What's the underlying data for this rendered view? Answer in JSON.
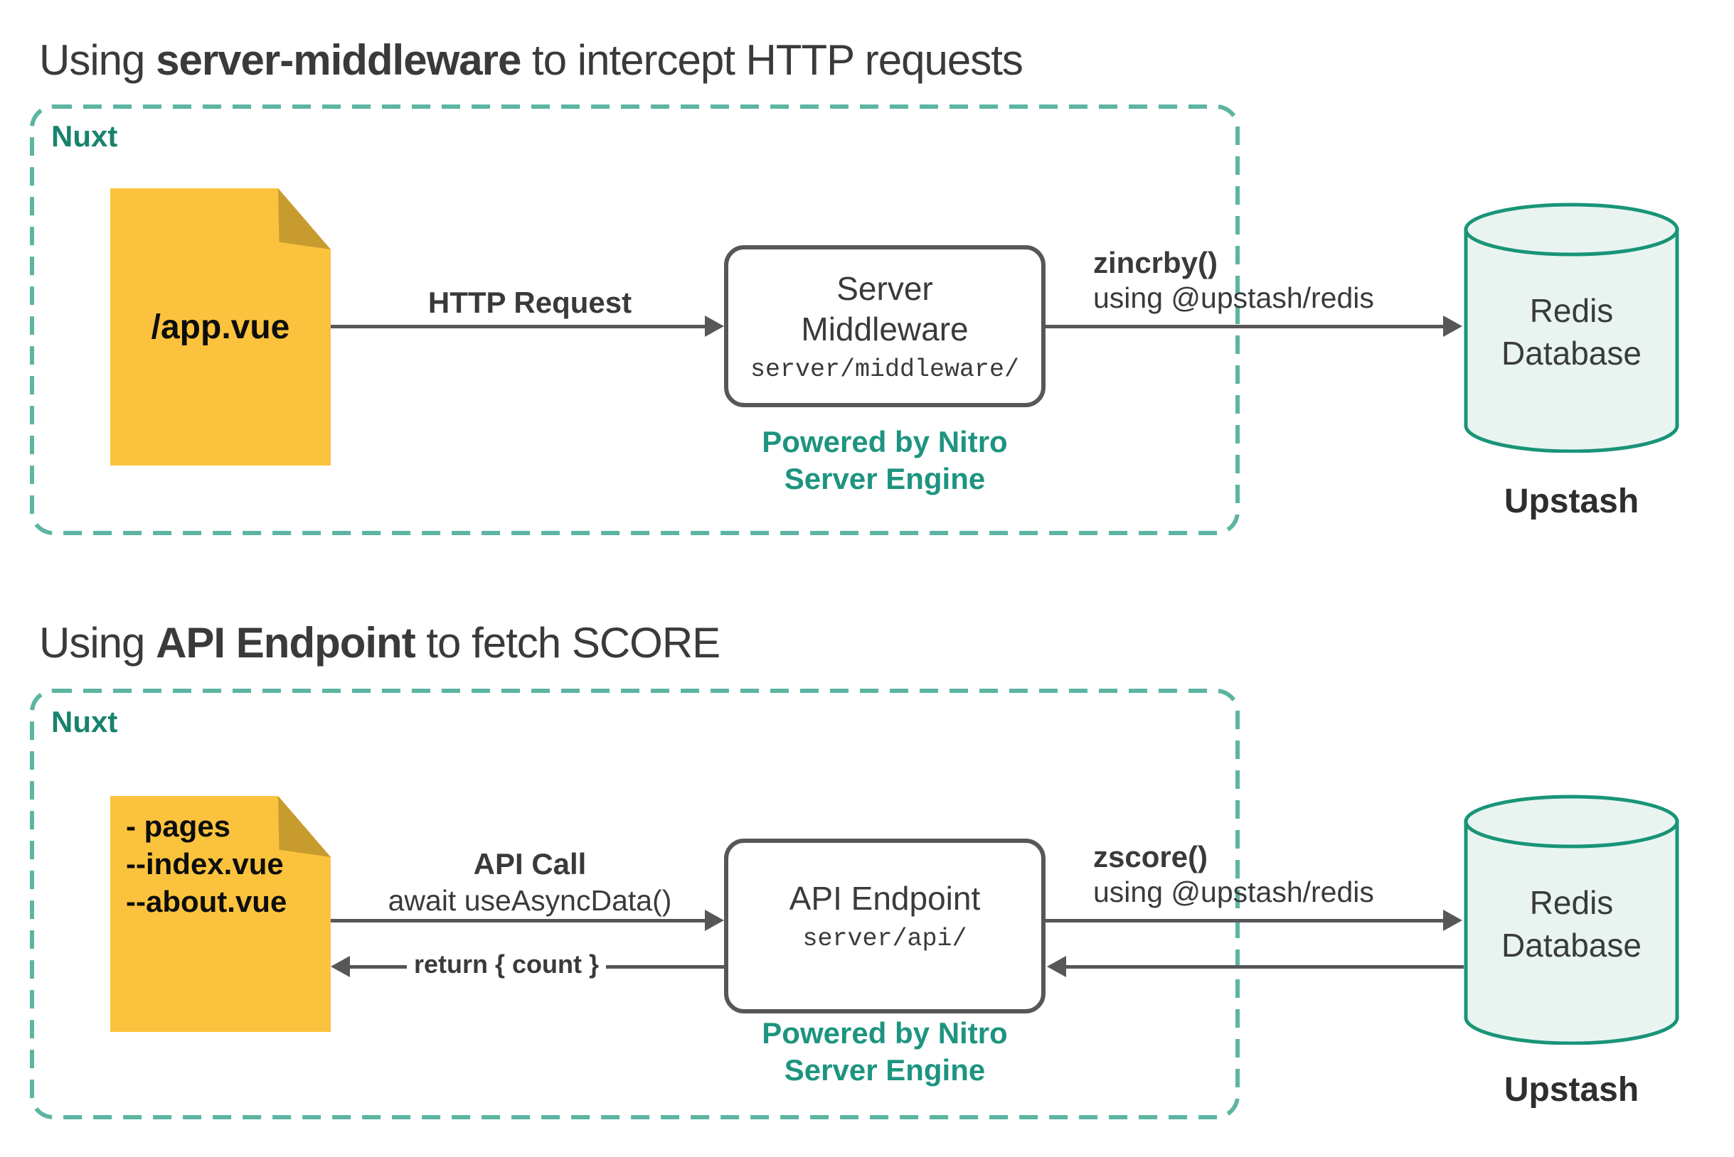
{
  "colors": {
    "nuxt_dash_border": "#5cb5a2",
    "nuxt_label_text": "#17836d",
    "nitro_text": "#1d9480",
    "cylinder_stroke": "#199478",
    "cylinder_fill": "#e9f4f1",
    "file_fill": "#fbc33d",
    "file_fold": "#c89b2e",
    "box_border_and_arrows": "#575757",
    "dark_text": "#3a3a3a"
  },
  "sections": [
    {
      "title": {
        "pre": "Using ",
        "bold": "server-middleware",
        "post": " to intercept HTTP requests"
      },
      "container_label": "Nuxt",
      "file": {
        "line1": "/app.vue"
      },
      "request_arrow": {
        "label": "HTTP Request"
      },
      "server_box": {
        "title_line1": "Server",
        "title_line2": "Middleware",
        "path": "server/middleware/"
      },
      "nitro_caption": {
        "line1": "Powered by Nitro",
        "line2": "Server Engine"
      },
      "redis_arrow": {
        "command": "zincrby()",
        "via": "using @upstash/redis"
      },
      "database": {
        "line1": "Redis",
        "line2": "Database",
        "provider": "Upstash"
      }
    },
    {
      "title": {
        "pre": "Using ",
        "bold": "API Endpoint",
        "post": " to fetch SCORE"
      },
      "container_label": "Nuxt",
      "file": {
        "line1": "- pages",
        "line2": "--index.vue",
        "line3": "--about.vue"
      },
      "request_arrow": {
        "label": "API Call",
        "sub": "await useAsyncData()"
      },
      "return_arrow": {
        "label": "return { count }"
      },
      "server_box": {
        "title_line1": "API Endpoint",
        "path": "server/api/"
      },
      "nitro_caption": {
        "line1": "Powered by Nitro",
        "line2": "Server Engine"
      },
      "redis_arrow": {
        "command": "zscore()",
        "via": "using @upstash/redis"
      },
      "database": {
        "line1": "Redis",
        "line2": "Database",
        "provider": "Upstash"
      }
    }
  ]
}
